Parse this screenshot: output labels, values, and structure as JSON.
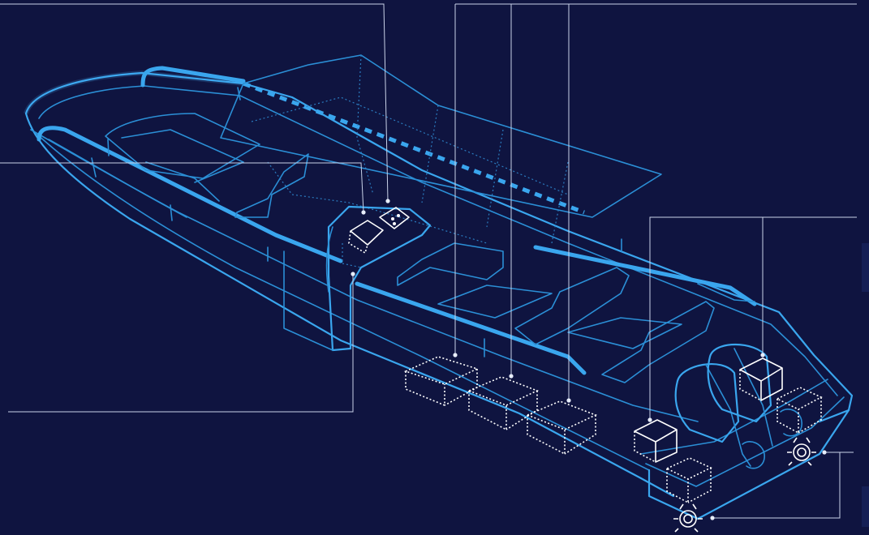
{
  "diagram": {
    "colors": {
      "background": "#0f1440",
      "hull_line": "#2b8fd6",
      "rail": "#3aa6ee",
      "callout_line": "#c9d2e8",
      "component": "#ffffff"
    },
    "callouts": [
      {
        "id": "callout-top-left",
        "label": ""
      },
      {
        "id": "callout-mid-left",
        "label": ""
      },
      {
        "id": "callout-lower-left",
        "label": ""
      },
      {
        "id": "callout-top-center",
        "label": ""
      },
      {
        "id": "callout-right-upper",
        "label": ""
      },
      {
        "id": "callout-right-lower",
        "label": ""
      }
    ]
  }
}
